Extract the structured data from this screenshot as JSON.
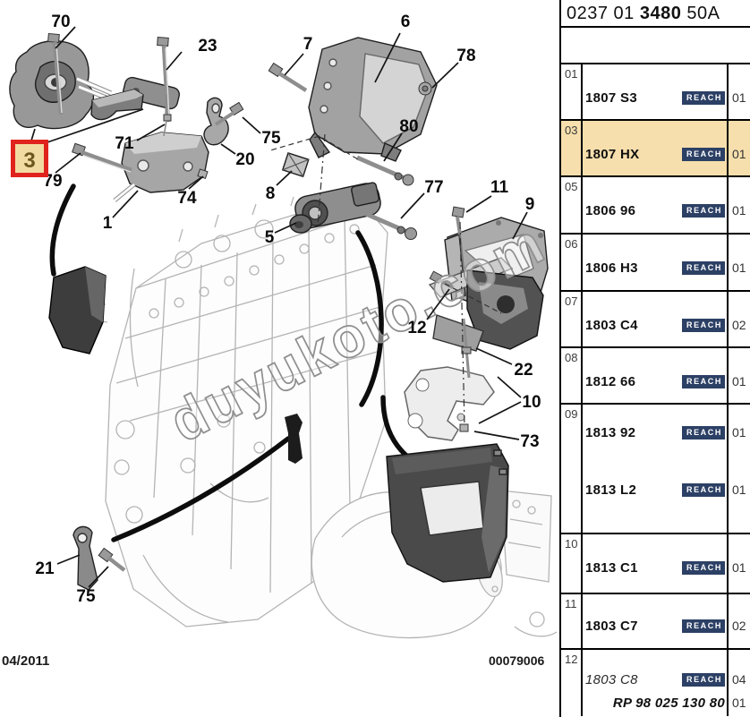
{
  "header": {
    "ref_part1": "0237 01 ",
    "ref_bold": "3480",
    "ref_part2": " 50A"
  },
  "watermark": "duyukoto.com",
  "footer": {
    "date": "04/2011",
    "plate_number": "00079006"
  },
  "diagram": {
    "selected_callout": "3",
    "selection_box_color": "#e0231c",
    "callouts": [
      {
        "label": "70"
      },
      {
        "label": "23"
      },
      {
        "label": "7"
      },
      {
        "label": "6"
      },
      {
        "label": "78"
      },
      {
        "label": "75"
      },
      {
        "label": "20"
      },
      {
        "label": "71"
      },
      {
        "label": "80"
      },
      {
        "label": "3"
      },
      {
        "label": "79"
      },
      {
        "label": "8"
      },
      {
        "label": "74"
      },
      {
        "label": "1"
      },
      {
        "label": "5"
      },
      {
        "label": "77"
      },
      {
        "label": "11"
      },
      {
        "label": "9"
      },
      {
        "label": "12"
      },
      {
        "label": "22"
      },
      {
        "label": "10"
      },
      {
        "label": "73"
      },
      {
        "label": "21"
      },
      {
        "label": "75"
      }
    ]
  },
  "table": {
    "reach_label": "REACH",
    "highlight_color": "#f7dfad",
    "badge_color": "#2c4065",
    "rows": [
      {
        "index": "01",
        "code": "1807 S3",
        "qty": "01"
      },
      {
        "index": "03",
        "code": "1807 HX",
        "qty": "01",
        "highlighted": "true"
      },
      {
        "index": "05",
        "code": "1806 96",
        "qty": "01"
      },
      {
        "index": "06",
        "code": "1806 H3",
        "qty": "01"
      },
      {
        "index": "07",
        "code": "1803 C4",
        "qty": "02"
      },
      {
        "index": "08",
        "code": "1812 66",
        "qty": "01"
      },
      {
        "index": "09",
        "code": "1813 92",
        "qty": "01",
        "code2": "1813 L2",
        "qty2": "01"
      },
      {
        "index": "10",
        "code": "1813 C1",
        "qty": "01"
      },
      {
        "index": "11",
        "code": "1803 C7",
        "qty": "02"
      },
      {
        "index": "12",
        "code": "1803 C8",
        "qty": "04",
        "code2": "RP 98 025 130 80",
        "qty2": "01"
      }
    ]
  }
}
